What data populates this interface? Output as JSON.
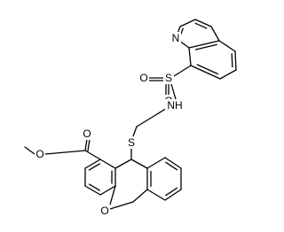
{
  "molecule": {
    "atom_labels": {
      "quinoline_n": "N",
      "sulfonyl_s": "S",
      "sulfonyl_o_left": "O",
      "sulfonyl_o_bottom": "O",
      "amide_nh": "NH",
      "thioether_s": "S",
      "ester_o_carbonyl": "O",
      "ester_o_methoxy": "O",
      "ring_o": "O"
    },
    "colors": {
      "bond": "#000000",
      "label": "#000000",
      "background": "#ffffff"
    }
  }
}
